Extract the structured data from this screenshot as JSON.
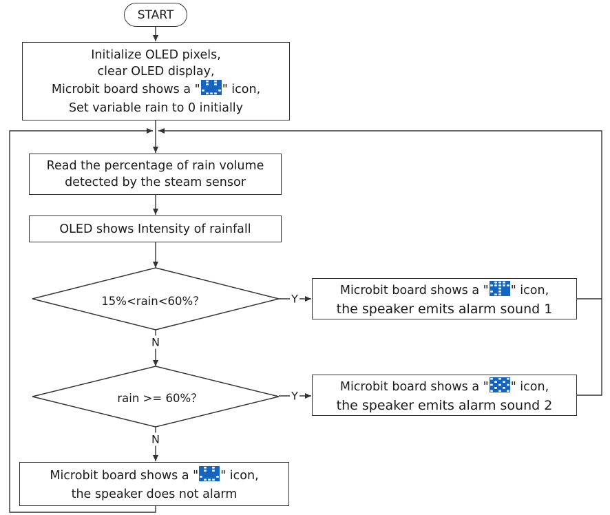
{
  "start": {
    "label": "START"
  },
  "init": {
    "line1": "Initialize OLED pixels,",
    "line2": "clear OLED display,",
    "line3_pre": "Microbit board shows a \"",
    "line3_post": "\" icon,",
    "line4": "Set variable rain to 0 initially",
    "icon": "microbit-smile-icon"
  },
  "read": {
    "line1": "Read the percentage of rain volume",
    "line2": "detected by the steam sensor"
  },
  "oled": {
    "line1_pre": "OLED shows ",
    "line1_post": "Intensity of rainfall"
  },
  "decision1": {
    "label": "15%<rain<60%？"
  },
  "decision2": {
    "label": "rain >= 60%？"
  },
  "alarm1": {
    "line1_pre": "Microbit board shows a \"",
    "line1_post": "\" icon,",
    "line2": "the speaker emits alarm sound 1",
    "icon": "microbit-umbrella-icon"
  },
  "alarm2": {
    "line1_pre": "Microbit board shows a \"",
    "line1_post": "\" icon,",
    "line2": "the speaker emits alarm sound 2",
    "icon": "microbit-rain-icon"
  },
  "noalarm": {
    "line1_pre": "Microbit board shows a \"",
    "line1_post": "\" icon,",
    "line2": "the speaker does not alarm",
    "icon": "microbit-smile-icon"
  },
  "edges": {
    "yes": "Y",
    "no": "N"
  },
  "colors": {
    "stroke": "#333333",
    "icon_bg": "#1565c0",
    "icon_dot": "#ffffff"
  }
}
